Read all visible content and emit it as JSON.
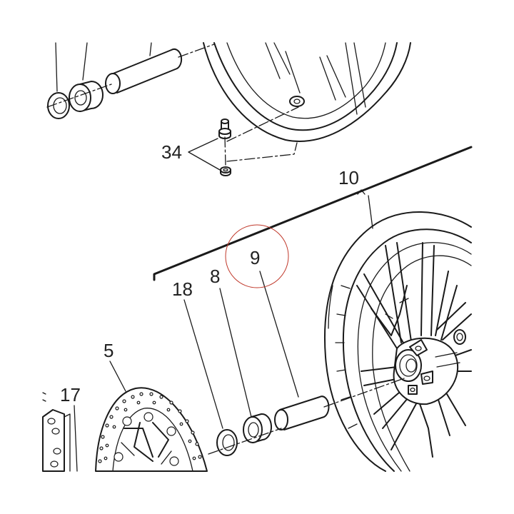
{
  "callouts": [
    {
      "id": "34",
      "label": "34"
    },
    {
      "id": "10",
      "label": "10"
    },
    {
      "id": "9",
      "label": "9"
    },
    {
      "id": "18",
      "label": "18"
    },
    {
      "id": "8",
      "label": "8"
    },
    {
      "id": "5",
      "label": "5"
    },
    {
      "id": "17",
      "label": "17"
    }
  ],
  "colors": {
    "line": "#1a1a1a",
    "text": "#222222",
    "highlight_circle": "#c0392b"
  }
}
